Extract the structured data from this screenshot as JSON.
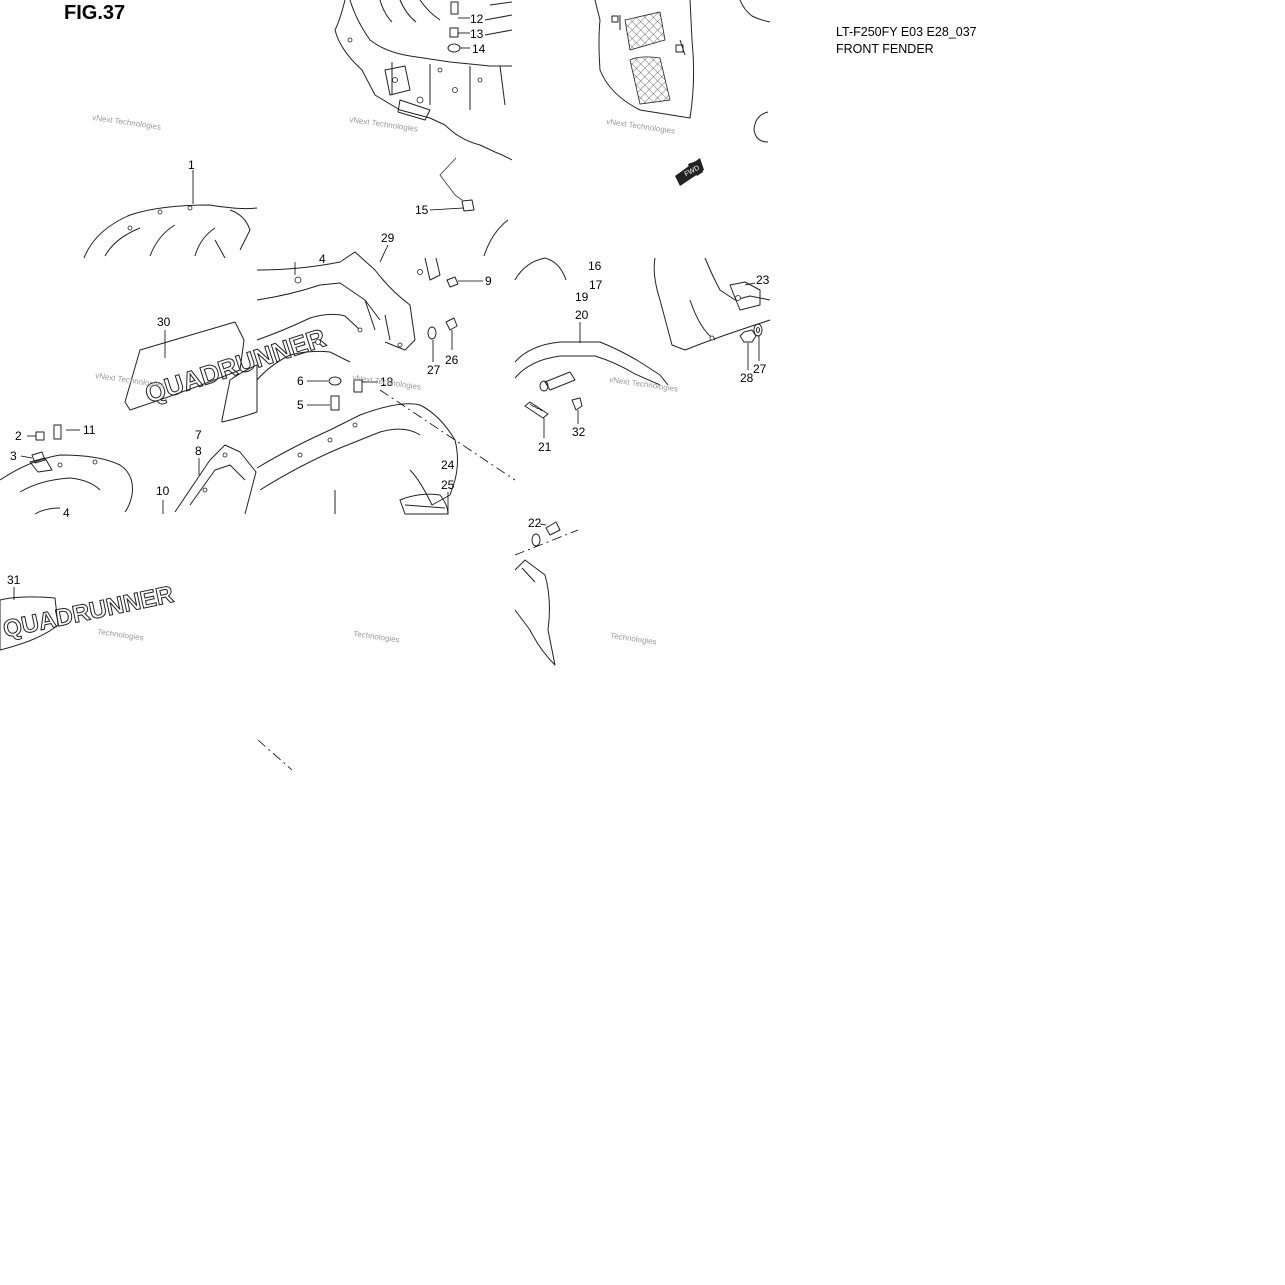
{
  "figure": {
    "title": "FIG.37",
    "model_code": "LT-F250FY E03 E28_037",
    "subtitle": "FRONT FENDER"
  },
  "watermark": {
    "line1": "vNext Technologies",
    "line2": "Technologies"
  },
  "fwd_label": "FWD",
  "decal_text": {
    "d30": "QUADRUNNER",
    "d31": "QUADRUNNER"
  },
  "callouts": {
    "c1": "1",
    "c2": "2",
    "c3": "3",
    "c4a": "4",
    "c4b": "4",
    "c5": "5",
    "c6": "6",
    "c7": "7",
    "c8": "8",
    "c9": "9",
    "c10": "10",
    "c11": "11",
    "c12": "12",
    "c13": "13",
    "c14": "14",
    "c15": "15",
    "c16": "16",
    "c17": "17",
    "c18": "18",
    "c19": "19",
    "c20": "20",
    "c21": "21",
    "c22": "22",
    "c23": "23",
    "c24": "24",
    "c25": "25",
    "c26": "26",
    "c27a": "27",
    "c27b": "27",
    "c28": "28",
    "c29": "29",
    "c30": "30",
    "c31": "31",
    "c32": "32"
  },
  "colors": {
    "line": "#222222",
    "watermark": "#9a9a9a"
  }
}
